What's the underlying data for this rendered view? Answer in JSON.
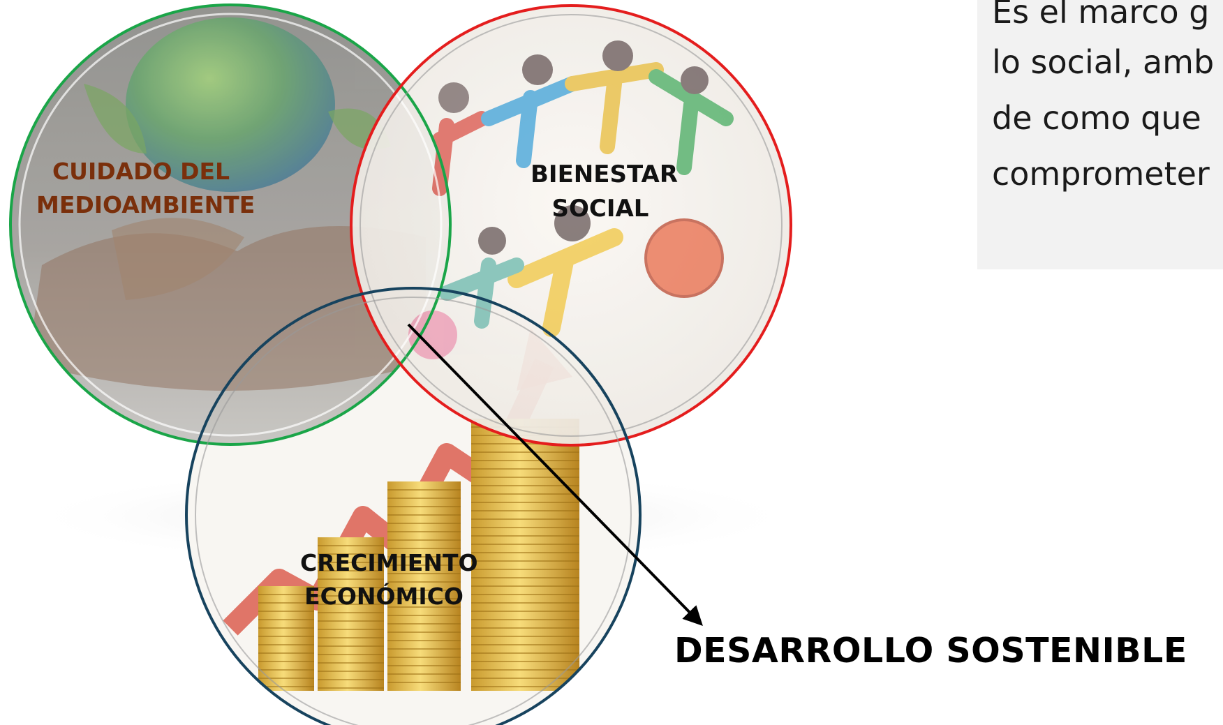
{
  "colors": {
    "env_ring": "#1aa548",
    "soc_ring": "#e41d1d",
    "eco_ring": "#17435e",
    "env_label": "#7a2f0b",
    "soc_label": "#111111",
    "eco_label": "#111111",
    "arrow": "#000000",
    "text_box_bg": "#f2f2f2"
  },
  "circles": {
    "environment": {
      "label_line1": "CUIDADO DEL",
      "label_line2": "MEDIOAMBIENTE",
      "image": "earth-in-hands"
    },
    "social": {
      "label_line1": "BIENESTAR",
      "label_line2": "SOCIAL",
      "image": "paper-people-chain"
    },
    "economic": {
      "label_line1": "CRECIMIENTO",
      "label_line2": "ECONÓMICO",
      "image": "coin-stacks-rising-arrow"
    }
  },
  "intersection_label": "DESARROLLO SOSTENIBLE",
  "text_box": {
    "lines": [
      "Es el marco g",
      "lo social, amb",
      "de como que",
      "comprometer"
    ]
  }
}
